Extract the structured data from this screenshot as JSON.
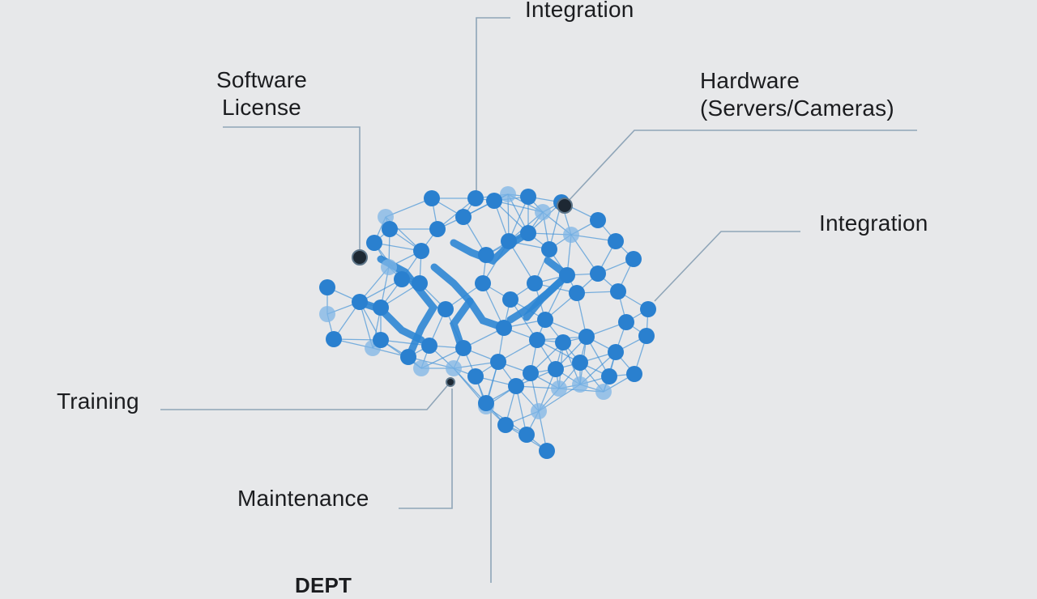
{
  "labels": {
    "integration_top": "Integration",
    "software_license": "Software\nLicense",
    "hardware": "Hardware\n(Servers/Cameras)",
    "integration_right": "Integration",
    "training": "Training",
    "maintenance": "Maintenance",
    "bottom_partial": "DEPT"
  },
  "colors": {
    "background": "#e7e8ea",
    "node": "#2a80cf",
    "leader_line": "#8fa5b8",
    "text": "#1b1c1f"
  },
  "icons": {
    "center": "brain-network-icon"
  }
}
